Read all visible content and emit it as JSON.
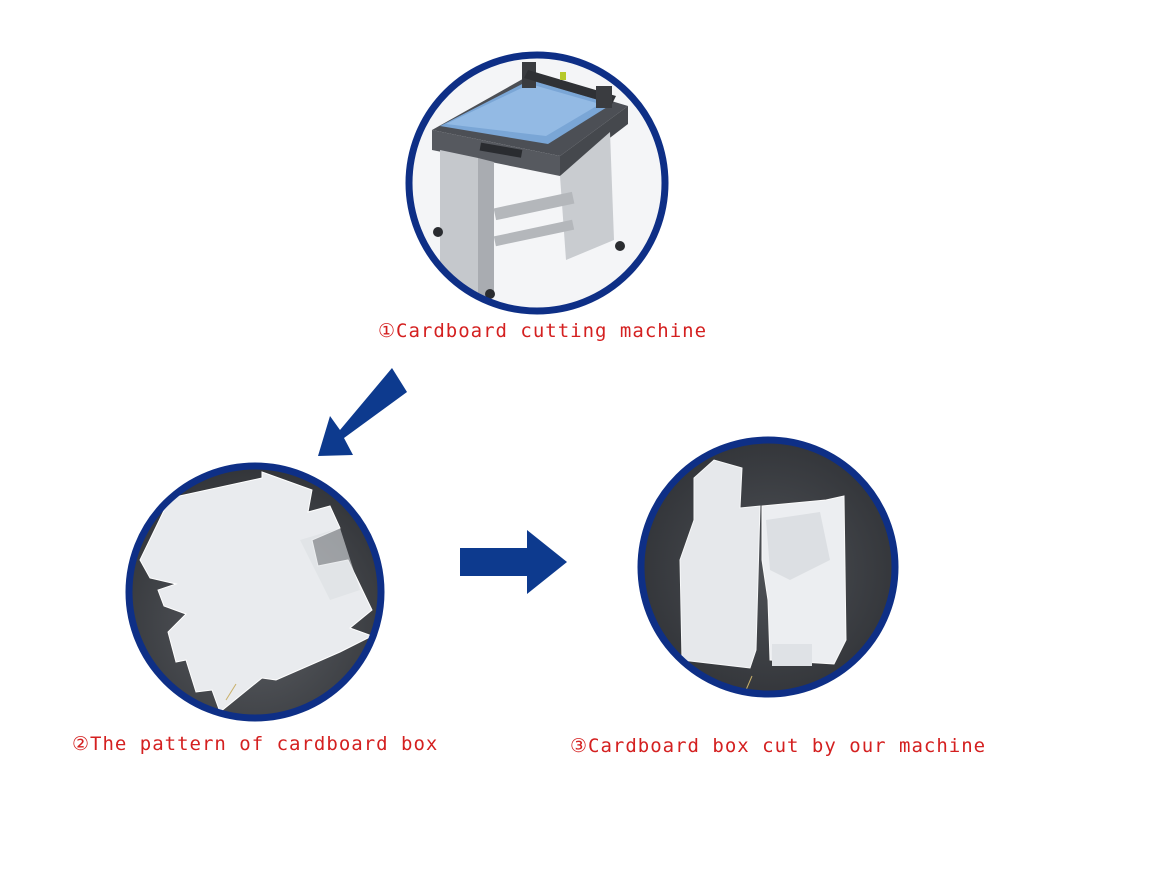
{
  "colors": {
    "ring": "#0e2f86",
    "arrow": "#0d3a8e",
    "caption": "#d42020",
    "photo_bg_light": "#f4f5f7",
    "photo_bg_dark": "#3a3c40"
  },
  "steps": [
    {
      "caption": "①Cardboard cutting machine",
      "image": "cutting-machine-photo"
    },
    {
      "caption": "②The pattern of cardboard box",
      "image": "cardboard-pattern-photo"
    },
    {
      "caption": "③Cardboard box cut by our machine",
      "image": "cardboard-box-photo"
    }
  ],
  "arrows": [
    {
      "icon": "arrow-down-left-icon",
      "from": 1,
      "to": 2
    },
    {
      "icon": "arrow-right-icon",
      "from": 2,
      "to": 3
    }
  ]
}
